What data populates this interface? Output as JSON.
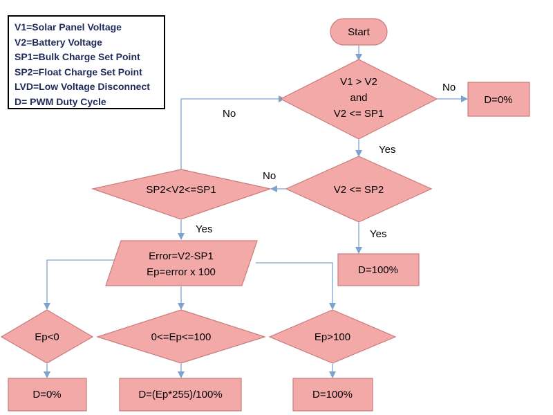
{
  "legend": [
    "V1=Solar Panel Voltage",
    "V2=Battery Voltage",
    "SP1=Bulk Charge Set Point",
    "SP2=Float Charge Set Point",
    "LVD=Low Voltage Disconnect",
    "D= PWM Duty Cycle"
  ],
  "start": "Start",
  "decision1": [
    "V1 > V2",
    "and",
    "V2 <= SP1"
  ],
  "decision2": "V2 <= SP2",
  "decision3": "SP2<V2<=SP1",
  "process_error": [
    "Error=V2-SP1",
    "Ep=error x 100"
  ],
  "decision_ep_neg": "Ep<0",
  "decision_ep_mid": "0<=Ep<=100",
  "decision_ep_high": "Ep>100",
  "out_d0_top": "D=0%",
  "out_d100_right": "D=100%",
  "out_d0_bottom": "D=0%",
  "out_formula": "D=(Ep*255)/100%",
  "out_d100_bottom": "D=100%",
  "labels": {
    "no": "No",
    "yes": "Yes"
  },
  "colors": {
    "fill": "#f4a9a9",
    "stroke": "#c97b7b",
    "arrow": "#7ea3cf"
  }
}
